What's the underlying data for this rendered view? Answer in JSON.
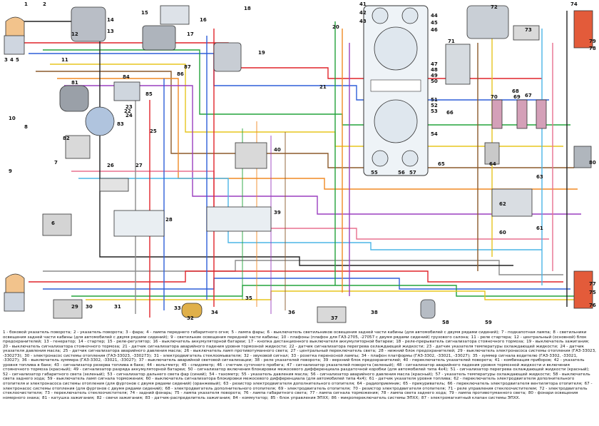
{
  "diagram": {
    "labels": [
      "1",
      "2",
      "3",
      "4",
      "5",
      "6",
      "7",
      "8",
      "9",
      "10",
      "11",
      "12",
      "13",
      "14",
      "15",
      "16",
      "17",
      "18",
      "19",
      "20",
      "21",
      "22",
      "23",
      "24",
      "25",
      "26",
      "27",
      "28",
      "29",
      "30",
      "31",
      "32",
      "33",
      "34",
      "35",
      "36",
      "37",
      "38",
      "39",
      "40",
      "41",
      "42",
      "43",
      "44",
      "45",
      "46",
      "47",
      "48",
      "49",
      "50",
      "51",
      "52",
      "53",
      "54",
      "55",
      "56",
      "57",
      "58",
      "59",
      "60",
      "61",
      "62",
      "63",
      "64",
      "65",
      "66",
      "67",
      "68",
      "69",
      "70",
      "71",
      "72",
      "73",
      "74",
      "75",
      "76",
      "77",
      "78",
      "79",
      "80",
      "81",
      "82",
      "83",
      "84",
      "85",
      "86",
      "87"
    ],
    "wire_colors": {
      "red": "#e0242a",
      "blue": "#2f5fd8",
      "green": "#23a33b",
      "yellow": "#e7c51f",
      "brown": "#8b5a2b",
      "orange": "#f08a24",
      "violet": "#9a3fbf",
      "gray": "#8c8c8c",
      "pink": "#e8708f",
      "black": "#222222",
      "white": "#cfcfcf",
      "lightblue": "#4bb5e6"
    }
  },
  "legend": [
    "1 - боковой указатель поворота;",
    "2 - указатель поворота;",
    "3 - фара;",
    "4 - лампа переднего габаритного огня;",
    "5 - лампа фары;",
    "6 - выключатель светильников освещения задней части кабины (для автомобилей с двумя рядами сидений);",
    "7 - подкапотная лампа;",
    "8 - светильники освещения задней части кабины (для автомобилей с двумя рядами сидений);",
    "9 - светильник освещения передней части кабины;",
    "10 - плафоны (плафон для ГАЗ-2705, -27057 с двумя рядами сидений) грузового салона;",
    "11 - реле стартера;",
    "12 - центральный (основной) блок предохранителей;",
    "13 - генератор;",
    "14 - стартер;",
    "15 - реле-регулятор;",
    "16 - выключатель аккумуляторной батареи;",
    "17 - кнопка дистанционного выключателя аккумуляторной батареи;",
    "18 - реле-прерыватель сигнализатора стояночного тормоза;",
    "19 - выключатель зажигания;",
    "20 - выключатель сигнализатора стояночного тормоза;",
    "21 - датчик сигнализатора аварийного падения уровня тормозной жидкости;",
    "22 - датчик сигнализатора перегрева охлаждающей жидкости;",
    "23 - датчик указателя температуры охлаждающей жидкости;",
    "24 - датчик указателя давления масла;",
    "25 - датчик сигнализатора аварийного давления масла;",
    "26 - выключатель ламп противотуманного света;",
    "27 - центральный переключатель света;",
    "28 - нижний блок предохранителей;",
    "29 - выключатель электронасоса системы отопления (ГАЗ-33023, -330273);",
    "30 - электронасос системы отопления (ГАЗ-33023, -330273);",
    "31 - электродвигатель стеклоомывателя;",
    "32 - звуковой сигнал;",
    "33 - розетка переносной лампы;",
    "34 - плафон платформы (ГАЗ-3302, -33021, -33027);",
    "35 - зуммер сигнала водителю (ГАЗ-3302, -33021, -33027);",
    "36 - выключатель зуммера (ГАЗ-3302, -33021, -33027);",
    "37 - выключатель аварийной световой сигнализации;",
    "38 - реле указателей поворота;",
    "39 - верхний блок предохранителей;",
    "40 - переключатель указателей поворота;",
    "41 - комбинация приборов;",
    "42 - указатель уровня топлива в баке;",
    "43 - сигнализатор резерва топлива в баке;",
    "44 - вольтметр;",
    "45 - спидометр;",
    "46 - счетчик суточного пробега;",
    "47 - сигнализатор указателей поворота (зеленый);",
    "48 - сигнализатор аварийного падения уровня тормозной жидкости и включения стояночного тормоза (красный);",
    "49 - сигнализатор разряда аккумуляторной батареи;",
    "50 - сигнализатор включения блокировки межосевого дифференциала раздаточной коробки (для автомобилей типа 4x4);",
    "51 - сигнализатор перегрева охлаждающей жидкости (красный);",
    "52 - сигнализатор габаритного света (зеленый);",
    "53 - сигнализатор дальнего света фар (синий);",
    "54 - тахометр;",
    "55 - указатель давления масла;",
    "56 - сигнализатор аварийного давления масла (красный);",
    "57 - указатель температуры охлаждающей жидкости;",
    "58 - выключатель света заднего хода;",
    "59 - выключатель ламп сигнала торможения;",
    "60 - выключатель сигнализатора блокировки межосевого дифференциала (для автомобилей типа 4x4);",
    "61 - датчик указателя уровня топлива;",
    "62 - переключатель электродвигателя дополнительного отопителя и электронасоса системы отопления (для фургонов с двумя рядами сидений) (оранжевый);",
    "63 - резистор электродвигателя дополнительного отопителя;",
    "64 - радиоприемник;",
    "65 - прикуриватель;",
    "66 - переключатель электродвигателя вентилятора отопителя;",
    "67 - электронасос системы отопления (для фургонов с двумя рядами сидений);",
    "68 - электродвигатель дополнительного отопителя;",
    "69 - электродвигатель отопителя;",
    "70 - резистор электродвигателя отопителя;",
    "71 - реле управления стеклоочистителем;",
    "72 - электродвигатель стеклоочистителя;",
    "73 - переключатель стеклоочистителя;",
    "74 - задний фонарь;",
    "75 - лампа указателя поворота;",
    "76 - лампа габаритного света;",
    "77 - лампа сигнала торможения;",
    "78 - лампа света заднего хода;",
    "79 - лампа противотуманного света;",
    "80 - фонари освещения номерного знака;",
    "81 - катушка зажигания;",
    "82 - свечи зажигания;",
    "83 - датчик-распределитель зажигания;",
    "84 - коммутатор;",
    "85 - блок управления ЭПХХ;",
    "86 - микропереключатель системы ЭПХХ;",
    "87 - электромагнитный клапан системы ЭПХХ."
  ]
}
